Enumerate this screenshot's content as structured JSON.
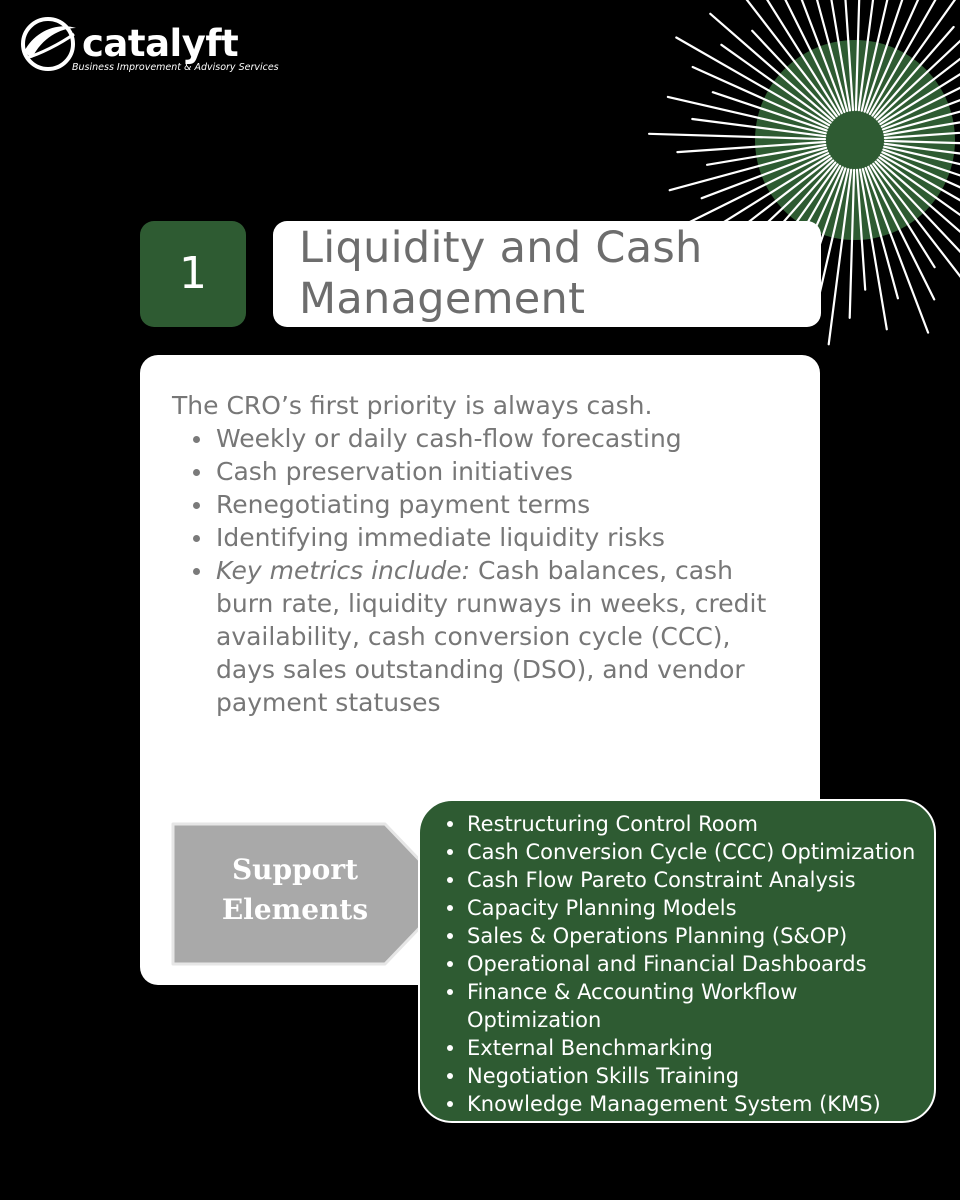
{
  "brand": {
    "name": "catalyft",
    "tagline": "Business Improvement & Advisory Services"
  },
  "colors": {
    "background": "#000000",
    "accent_green": "#2e5b32",
    "card": "#ffffff",
    "body_text": "#777777",
    "arrow_gray": "#a9a9a9"
  },
  "section": {
    "number": "1",
    "title_line1": "Liquidity and Cash",
    "title_line2": "Management"
  },
  "content": {
    "intro": "The CRO’s first priority is always cash.",
    "bullets": [
      "Weekly or daily cash-flow forecasting",
      "Cash preservation initiatives",
      "Renegotiating payment terms",
      "Identifying immediate liquidity risks"
    ],
    "metrics_label": "Key metrics include:",
    "metrics_text": " Cash balances, cash burn rate, liquidity runways in weeks, credit availability, cash conversion cycle (CCC), days sales outstanding (DSO), and vendor payment statuses"
  },
  "support": {
    "label_line1": "Support",
    "label_line2": "Elements",
    "items": [
      "Restructuring Control Room",
      "Cash Conversion Cycle (CCC) Optimization",
      "Cash Flow Pareto Constraint Analysis",
      "Capacity Planning Models",
      "Sales & Operations Planning (S&OP)",
      "Operational and Financial Dashboards",
      "Finance & Accounting Workflow",
      "Optimization",
      "External Benchmarking",
      "Negotiation Skills Training",
      "Knowledge Management System (KMS)"
    ]
  }
}
